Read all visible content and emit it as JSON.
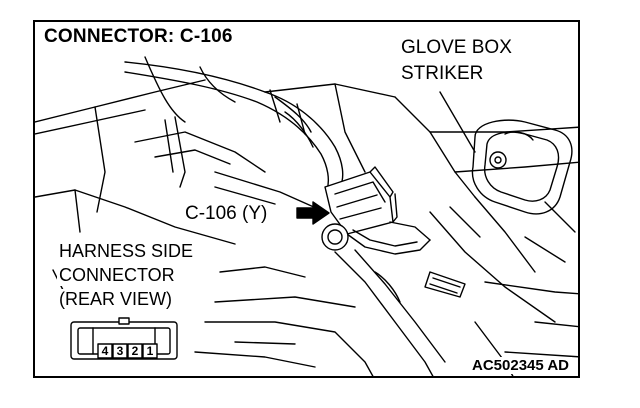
{
  "title": "CONNECTOR: C-106",
  "callouts": {
    "glove_box_line1": "GLOVE BOX",
    "glove_box_line2": "STRIKER",
    "connector_label": "C-106 (Y)"
  },
  "harness_side": {
    "line1": "HARNESS SIDE",
    "line2": "CONNECTOR",
    "line3": "(REAR VIEW)",
    "pins": [
      "4",
      "3",
      "2",
      "1"
    ]
  },
  "figure_code": "AC502345 AD",
  "colors": {
    "line": "#000000",
    "background": "#ffffff"
  }
}
